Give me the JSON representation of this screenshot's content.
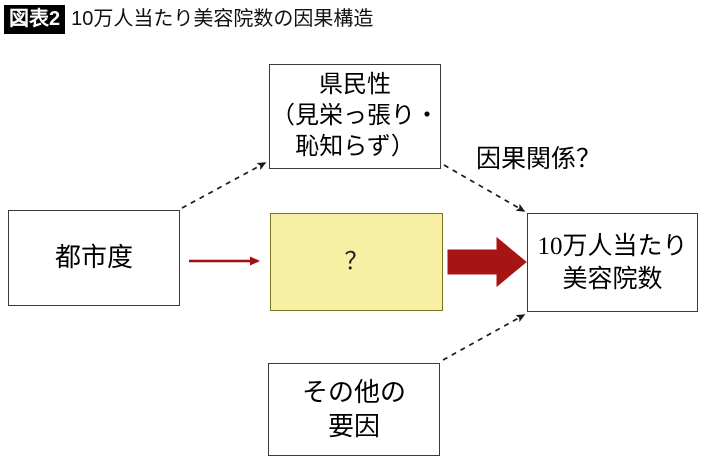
{
  "header": {
    "badge": "図表2",
    "title": "10万人当たり美容院数の因果構造"
  },
  "diagram": {
    "type": "causal-diagram",
    "nodes": [
      {
        "id": "urbanity",
        "lines": [
          "都市度"
        ],
        "fill": "#ffffff",
        "border": "#3a3a3a"
      },
      {
        "id": "kenminsei",
        "lines": [
          "県民性",
          "（見栄っ張り・",
          "恥知らず）"
        ],
        "fill": "#ffffff",
        "border": "#3a3a3a"
      },
      {
        "id": "unknown",
        "lines": [
          "？"
        ],
        "fill": "#f7efa4",
        "border": "#7a7420"
      },
      {
        "id": "outcome",
        "lines": [
          "10万人当たり",
          "美容院数"
        ],
        "fill": "#ffffff",
        "border": "#3a3a3a"
      },
      {
        "id": "other",
        "lines": [
          "その他の",
          "要因"
        ],
        "fill": "#ffffff",
        "border": "#3a3a3a"
      }
    ],
    "edges": [
      {
        "id": "urbanity-to-kenminsei",
        "style": "dashed",
        "color": "#1a1a1a"
      },
      {
        "id": "urbanity-to-unknown",
        "style": "solid-thin",
        "color": "#9e1111"
      },
      {
        "id": "unknown-to-outcome",
        "style": "block-arrow",
        "color": "#a81414"
      },
      {
        "id": "kenminsei-to-outcome",
        "style": "dashed",
        "color": "#1a1a1a"
      },
      {
        "id": "other-to-outcome",
        "style": "dashed",
        "color": "#1a1a1a"
      }
    ],
    "labels": [
      {
        "id": "causal",
        "text": "因果関係？"
      }
    ]
  },
  "node_text": {
    "urbanity": {
      "l1": "都市度"
    },
    "kenminsei": {
      "l1": "県民性",
      "l2": "（見栄っ張り・",
      "l3": "恥知らず）"
    },
    "unknown": {
      "l1": "？"
    },
    "outcome": {
      "l1": "10万人当たり",
      "l2": "美容院数"
    },
    "other": {
      "l1": "その他の",
      "l2": "要因"
    }
  },
  "labels": {
    "causal_relation": "因果関係？"
  }
}
